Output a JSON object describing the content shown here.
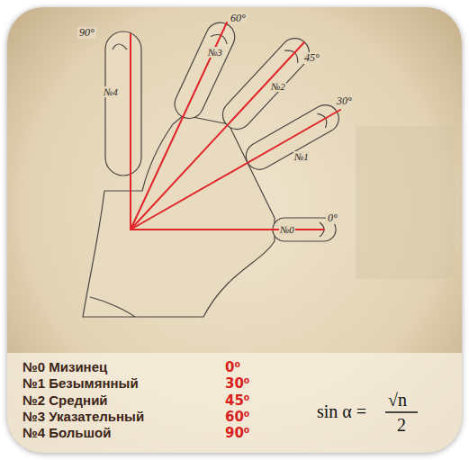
{
  "diagram": {
    "labels": [
      "90°",
      "60°",
      "45°",
      "30°",
      "№4",
      "№3",
      "№2",
      "№1",
      "0°",
      "№0",
      "№0 Мизинец",
      "0⁰",
      "№1 Безымянный",
      "30⁰",
      "№2 Средний",
      "45⁰",
      "№3 Указательный",
      "60⁰",
      "№4 Большой",
      "90⁰",
      "sin α =",
      "√n",
      "2"
    ]
  }
}
